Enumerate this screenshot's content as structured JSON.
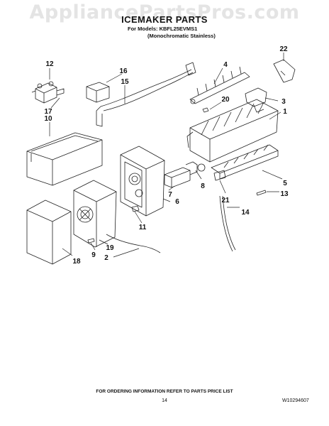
{
  "watermark": "AppliancePartsPros.com",
  "title": "ICEMAKER PARTS",
  "models": "For Models: KBFL25EVMS1",
  "variant": "(Monochromatic Stainless)",
  "footer_note": "FOR ORDERING INFORMATION REFER TO PARTS PRICE LIST",
  "page_number": "14",
  "document_number": "W10294607",
  "callouts": [
    "1",
    "2",
    "3",
    "4",
    "5",
    "6",
    "7",
    "8",
    "9",
    "10",
    "11",
    "12",
    "13",
    "14",
    "15",
    "16",
    "17",
    "18",
    "19",
    "20",
    "21",
    "22"
  ]
}
